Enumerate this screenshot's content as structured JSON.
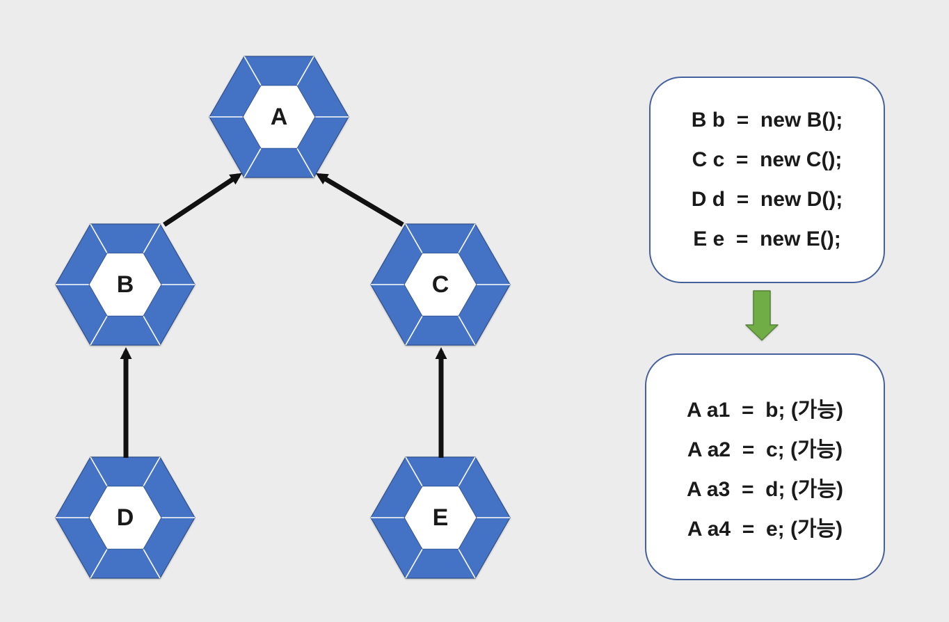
{
  "colors": {
    "canvas-bg": "#ececec",
    "hex-blue": "#4472c4",
    "hex-border": "#30508c",
    "hex-inner-line": "#ffffff",
    "box-border": "#44619d",
    "arrow-black": "#111111",
    "flow-green": "#70ad47",
    "flow-green-border": "#548235",
    "text-color": "#1a1a1a"
  },
  "diagram": {
    "nodes": [
      {
        "id": "A",
        "label": "A"
      },
      {
        "id": "B",
        "label": "B"
      },
      {
        "id": "C",
        "label": "C"
      },
      {
        "id": "D",
        "label": "D"
      },
      {
        "id": "E",
        "label": "E"
      }
    ],
    "edges": [
      {
        "from": "B",
        "to": "A"
      },
      {
        "from": "C",
        "to": "A"
      },
      {
        "from": "D",
        "to": "B"
      },
      {
        "from": "E",
        "to": "C"
      }
    ]
  },
  "declarations_box": {
    "lines": [
      "B b  =  new B();",
      "C c  =  new C();",
      "D d  =  new D();",
      "E e  =  new E();"
    ]
  },
  "assignments_box": {
    "lines": [
      "A a1  =  b; (가능)",
      "A a2  =  c; (가능)",
      "A a3  =  d; (가능)",
      "A a4  =  e; (가능)"
    ]
  }
}
